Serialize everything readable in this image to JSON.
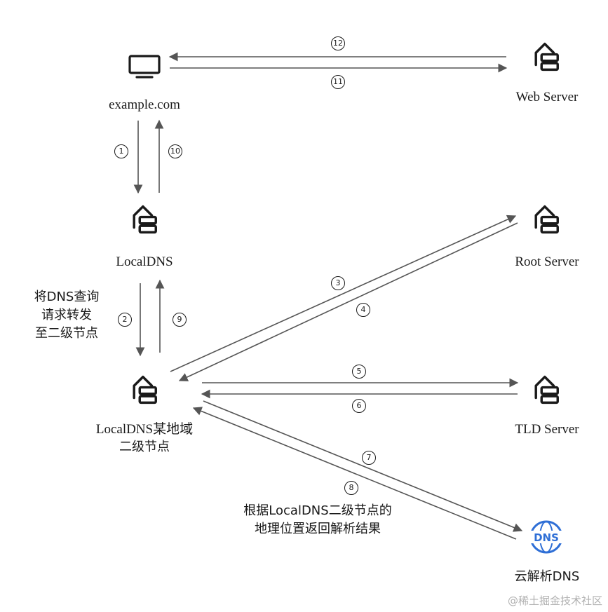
{
  "nodes": {
    "client": {
      "label": "example.com",
      "icon": "monitor-icon"
    },
    "web_server": {
      "label": "Web Server",
      "icon": "server-icon"
    },
    "local_dns": {
      "label": "LocalDNS",
      "icon": "server-icon"
    },
    "root_server": {
      "label": "Root Server",
      "icon": "server-icon"
    },
    "regional_node": {
      "label_line1": "LocalDNS某地域",
      "label_line2": "二级节点",
      "icon": "server-icon"
    },
    "tld_server": {
      "label": "TLD Server",
      "icon": "server-icon"
    },
    "cloud_dns": {
      "label": "云解析DNS",
      "icon": "dns-globe-icon",
      "icon_text": "DNS",
      "icon_color": "#2f6fd6"
    }
  },
  "annotations": {
    "forward_line1": "将DNS查询",
    "forward_line2": "请求转发",
    "forward_line3": "至二级节点",
    "geo_line1": "根据LocalDNS二级节点的",
    "geo_line2": "地理位置返回解析结果"
  },
  "steps": {
    "s1": "1",
    "s2": "2",
    "s3": "3",
    "s4": "4",
    "s5": "5",
    "s6": "6",
    "s7": "7",
    "s8": "8",
    "s9": "9",
    "s10": "10",
    "s11": "11",
    "s12": "12"
  },
  "watermark": "@稀土掘金技术社区",
  "colors": {
    "line": "#555555",
    "icon": "#1a1a1a",
    "dns_accent": "#2f6fd6"
  }
}
